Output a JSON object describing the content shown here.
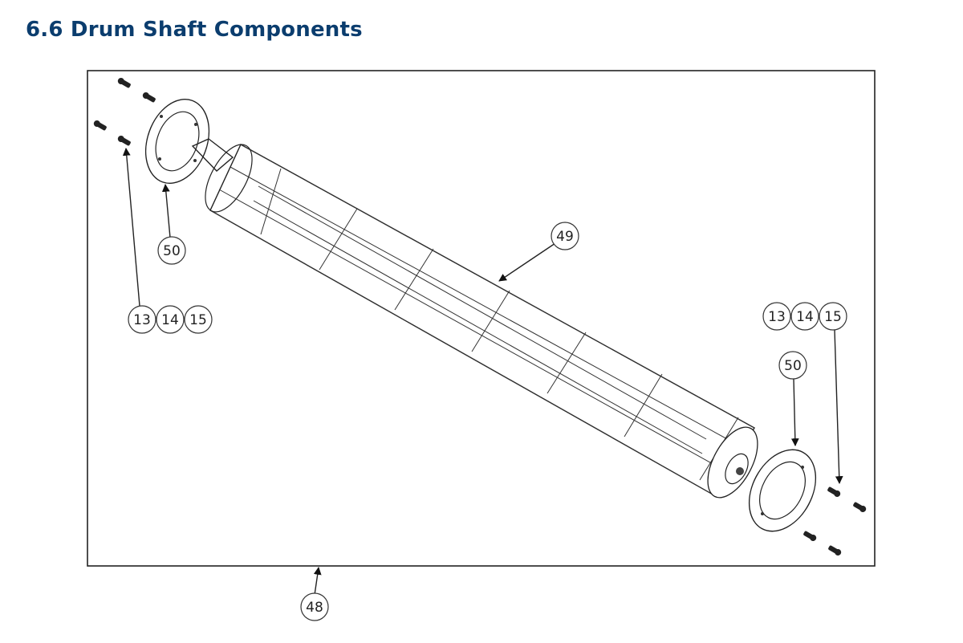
{
  "page": {
    "title": "6.6 Drum Shaft Components"
  },
  "callouts": {
    "c13_left": "13",
    "c14_left": "14",
    "c15_left": "15",
    "c50_left": "50",
    "c49": "49",
    "c13_right": "13",
    "c14_right": "14",
    "c15_right": "15",
    "c50_right": "50",
    "c48": "48"
  }
}
